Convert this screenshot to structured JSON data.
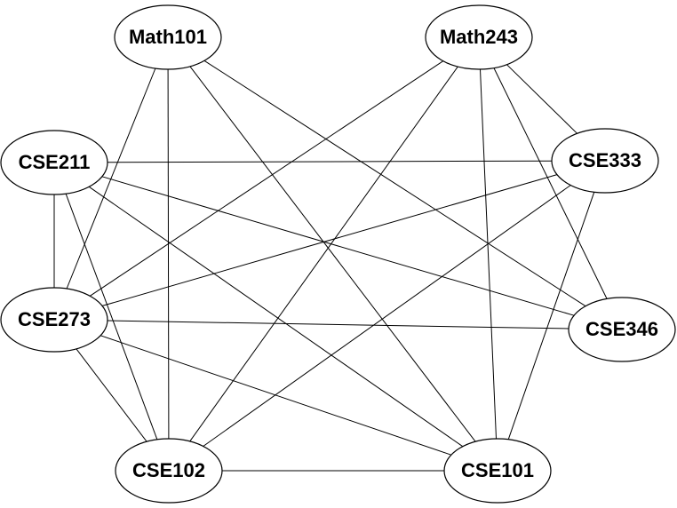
{
  "nodes": [
    {
      "id": "math101",
      "label": "Math101"
    },
    {
      "id": "math243",
      "label": "Math243"
    },
    {
      "id": "cse211",
      "label": "CSE211"
    },
    {
      "id": "cse333",
      "label": "CSE333"
    },
    {
      "id": "cse273",
      "label": "CSE273"
    },
    {
      "id": "cse346",
      "label": "CSE346"
    },
    {
      "id": "cse102",
      "label": "CSE102"
    },
    {
      "id": "cse101",
      "label": "CSE101"
    }
  ],
  "edges": [
    [
      "math101",
      "cse102"
    ],
    [
      "math101",
      "cse273"
    ],
    [
      "math101",
      "cse101"
    ],
    [
      "math101",
      "cse346"
    ],
    [
      "math243",
      "cse273"
    ],
    [
      "math243",
      "cse102"
    ],
    [
      "math243",
      "cse101"
    ],
    [
      "math243",
      "cse346"
    ],
    [
      "math243",
      "cse333"
    ],
    [
      "cse211",
      "cse333"
    ],
    [
      "cse211",
      "cse273"
    ],
    [
      "cse211",
      "cse102"
    ],
    [
      "cse211",
      "cse101"
    ],
    [
      "cse211",
      "cse346"
    ],
    [
      "cse333",
      "cse273"
    ],
    [
      "cse333",
      "cse102"
    ],
    [
      "cse333",
      "cse101"
    ],
    [
      "cse273",
      "cse346"
    ],
    [
      "cse273",
      "cse102"
    ],
    [
      "cse273",
      "cse101"
    ],
    [
      "cse102",
      "cse101"
    ]
  ]
}
